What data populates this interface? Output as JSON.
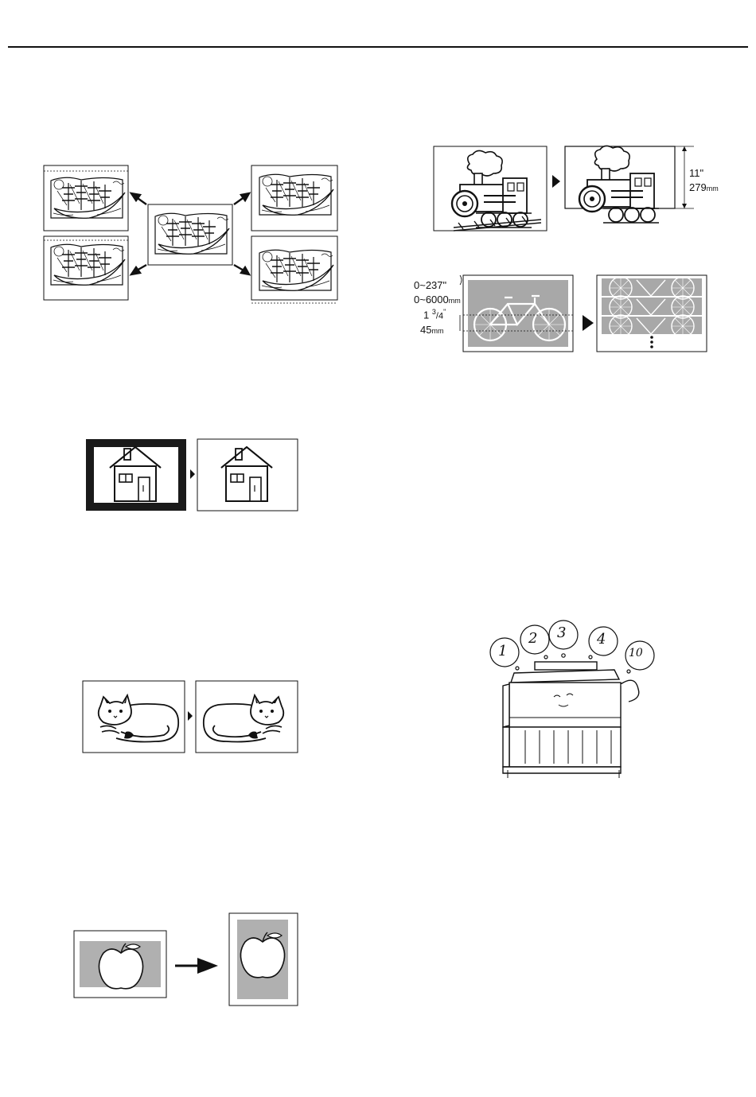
{
  "train_figure": {
    "dimension_inch": "11\"",
    "dimension_mm": "279",
    "mm_unit": "mm"
  },
  "bicycle_figure": {
    "range_inch": "0~237\"",
    "range_mm": "0~6000",
    "range_mm_unit": "mm",
    "step_whole": "1",
    "step_fraction_num": "3",
    "step_fraction_sep": "/",
    "step_fraction_den": "4",
    "step_inch_mark": "\"",
    "step_mm": "45",
    "step_mm_unit": "mm"
  },
  "counter_figure": {
    "bubble_labels": [
      "1",
      "2",
      "3",
      "4",
      "10"
    ]
  }
}
